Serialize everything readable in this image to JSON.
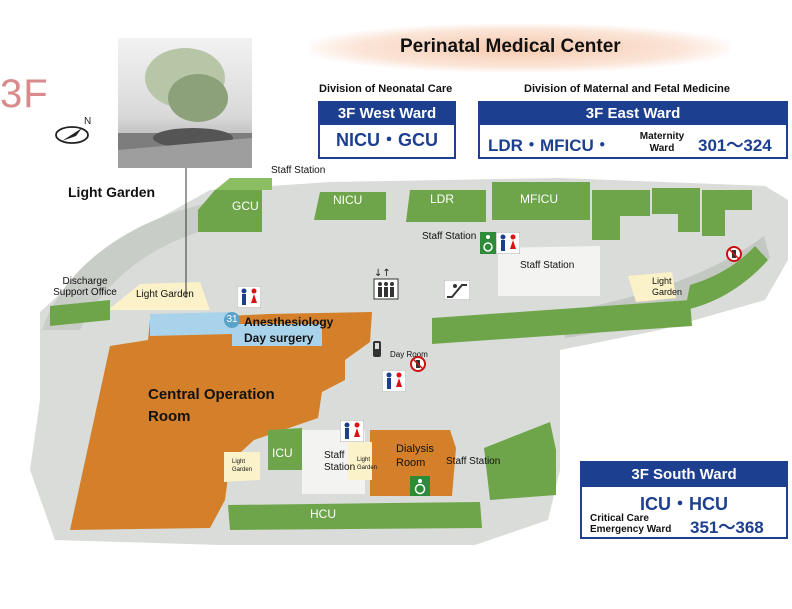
{
  "floor": "3F",
  "title": "Perinatal Medical Center",
  "divisions": {
    "neonatal": "Division of Neonatal Care",
    "maternal": "Division of Maternal and Fetal Medicine"
  },
  "wards": {
    "west": {
      "name": "3F West Ward",
      "units": "NICU・GCU"
    },
    "east": {
      "name": "3F East Ward",
      "units": "LDR・MFICU・",
      "sub": "Maternity Ward",
      "rooms": "301～324"
    },
    "south": {
      "name": "3F South Ward",
      "units": "ICU・HCU",
      "sub": "Critical Care Emergency Ward",
      "rooms": "351～368"
    }
  },
  "map_labels": {
    "light_garden_caption": "Light Garden",
    "gcu": "GCU",
    "nicu": "NICU",
    "ldr": "LDR",
    "mficu": "MFICU",
    "staff_station_top": "Staff Station",
    "staff_station_center": "Staff Station",
    "staff_station_east": "Staff Station",
    "staff_station_south": "Staff Station",
    "staff_station_south_left": "Staff Station",
    "discharge_office": "Discharge Support Office",
    "light_garden_west": "Light Garden",
    "light_garden_east": "Light Garden",
    "light_garden_south_a": "Light Garden",
    "light_garden_south_b": "Light Garden",
    "room_number": "31",
    "anesthesiology": "Anesthesiology Day surgery",
    "central_operation": "Central Operation Room",
    "day_room": "Day Room",
    "icu": "ICU",
    "dialysis": "Dialysis Room",
    "hcu": "HCU"
  },
  "icons": [
    "compass-icon",
    "restroom-icon",
    "elevator-icon",
    "escalator-icon",
    "wheelchair-icon",
    "phone-icon",
    "no-mobile-icon"
  ],
  "colors": {
    "ward_green": "#6fa54a",
    "operation_orange": "#d4802a",
    "ward_blue": "#1d3f8f",
    "light_garden": "#fbf2c9",
    "anesthesiology_blue": "#a9d3ea"
  }
}
